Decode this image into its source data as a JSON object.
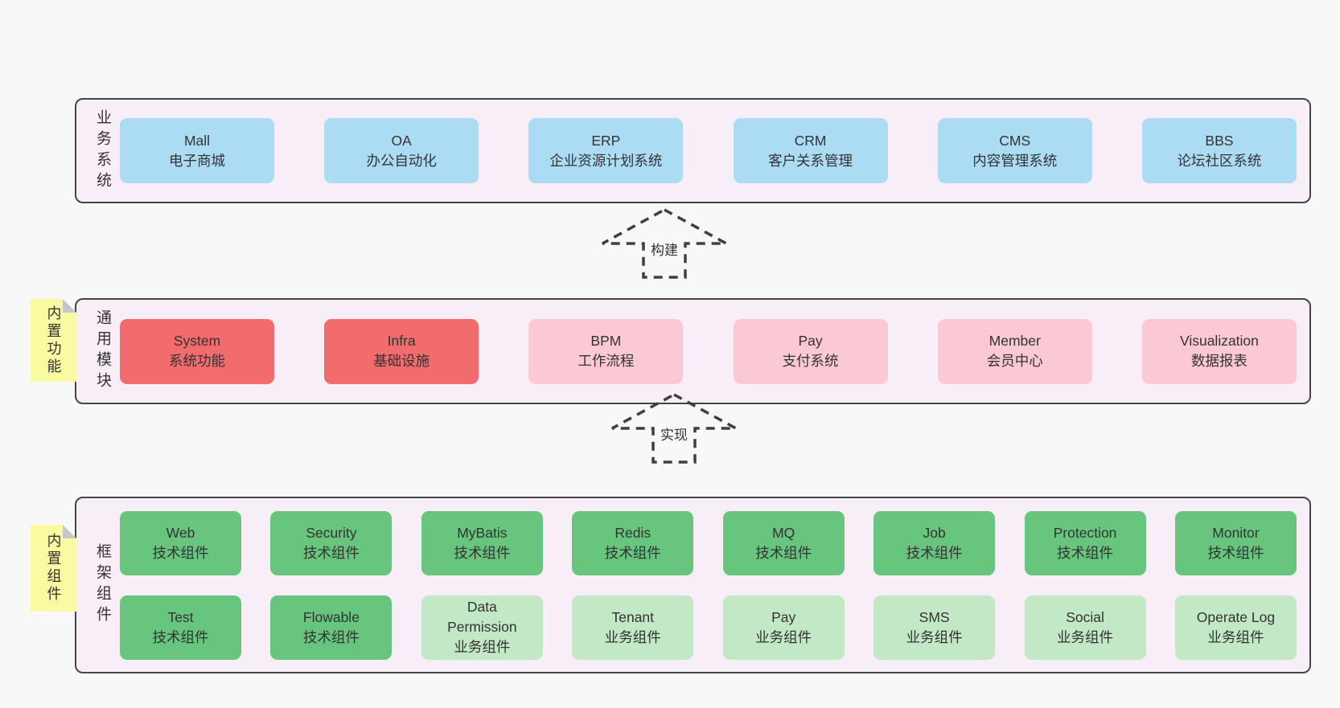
{
  "palette": {
    "page_background": "#f8f8f8",
    "band_background": "#f8eef7",
    "band_border": "#454545",
    "blue_box": "#abdcf4",
    "red_box": "#f26b6d",
    "pink_box": "#fbc9d3",
    "green_box": "#67c57e",
    "light_green_box": "#c2e8c6",
    "sticky_note": "#fafaa2",
    "sticky_fold": "#c6c6ca",
    "text": "#333333"
  },
  "arrows": [
    {
      "label": "构建"
    },
    {
      "label": "实现"
    }
  ],
  "bands": [
    {
      "label": "业务系统",
      "boxes": [
        {
          "title": "Mall",
          "subtitle": "电子商城"
        },
        {
          "title": "OA",
          "subtitle": "办公自动化"
        },
        {
          "title": "ERP",
          "subtitle": "企业资源计划系统"
        },
        {
          "title": "CRM",
          "subtitle": "客户关系管理"
        },
        {
          "title": "CMS",
          "subtitle": "内容管理系统"
        },
        {
          "title": "BBS",
          "subtitle": "论坛社区系统"
        }
      ]
    },
    {
      "label": "通用模块",
      "sticky": "内置功能",
      "boxes": [
        {
          "title": "System",
          "subtitle": "系统功能"
        },
        {
          "title": "Infra",
          "subtitle": "基础设施"
        },
        {
          "title": "BPM",
          "subtitle": "工作流程"
        },
        {
          "title": "Pay",
          "subtitle": "支付系统"
        },
        {
          "title": "Member",
          "subtitle": "会员中心"
        },
        {
          "title": "Visualization",
          "subtitle": "数据报表"
        }
      ]
    },
    {
      "label": "框架组件",
      "sticky": "内置组件",
      "rows": [
        [
          {
            "title": "Web",
            "subtitle": "技术组件"
          },
          {
            "title": "Security",
            "subtitle": "技术组件"
          },
          {
            "title": "MyBatis",
            "subtitle": "技术组件"
          },
          {
            "title": "Redis",
            "subtitle": "技术组件"
          },
          {
            "title": "MQ",
            "subtitle": "技术组件"
          },
          {
            "title": "Job",
            "subtitle": "技术组件"
          },
          {
            "title": "Protection",
            "subtitle": "技术组件"
          },
          {
            "title": "Monitor",
            "subtitle": "技术组件"
          }
        ],
        [
          {
            "title": "Test",
            "subtitle": "技术组件"
          },
          {
            "title": "Flowable",
            "subtitle": "技术组件"
          },
          {
            "title": "Data Permission",
            "subtitle": "业务组件"
          },
          {
            "title": "Tenant",
            "subtitle": "业务组件"
          },
          {
            "title": "Pay",
            "subtitle": "业务组件"
          },
          {
            "title": "SMS",
            "subtitle": "业务组件"
          },
          {
            "title": "Social",
            "subtitle": "业务组件"
          },
          {
            "title": "Operate Log",
            "subtitle": "业务组件"
          }
        ]
      ]
    }
  ]
}
